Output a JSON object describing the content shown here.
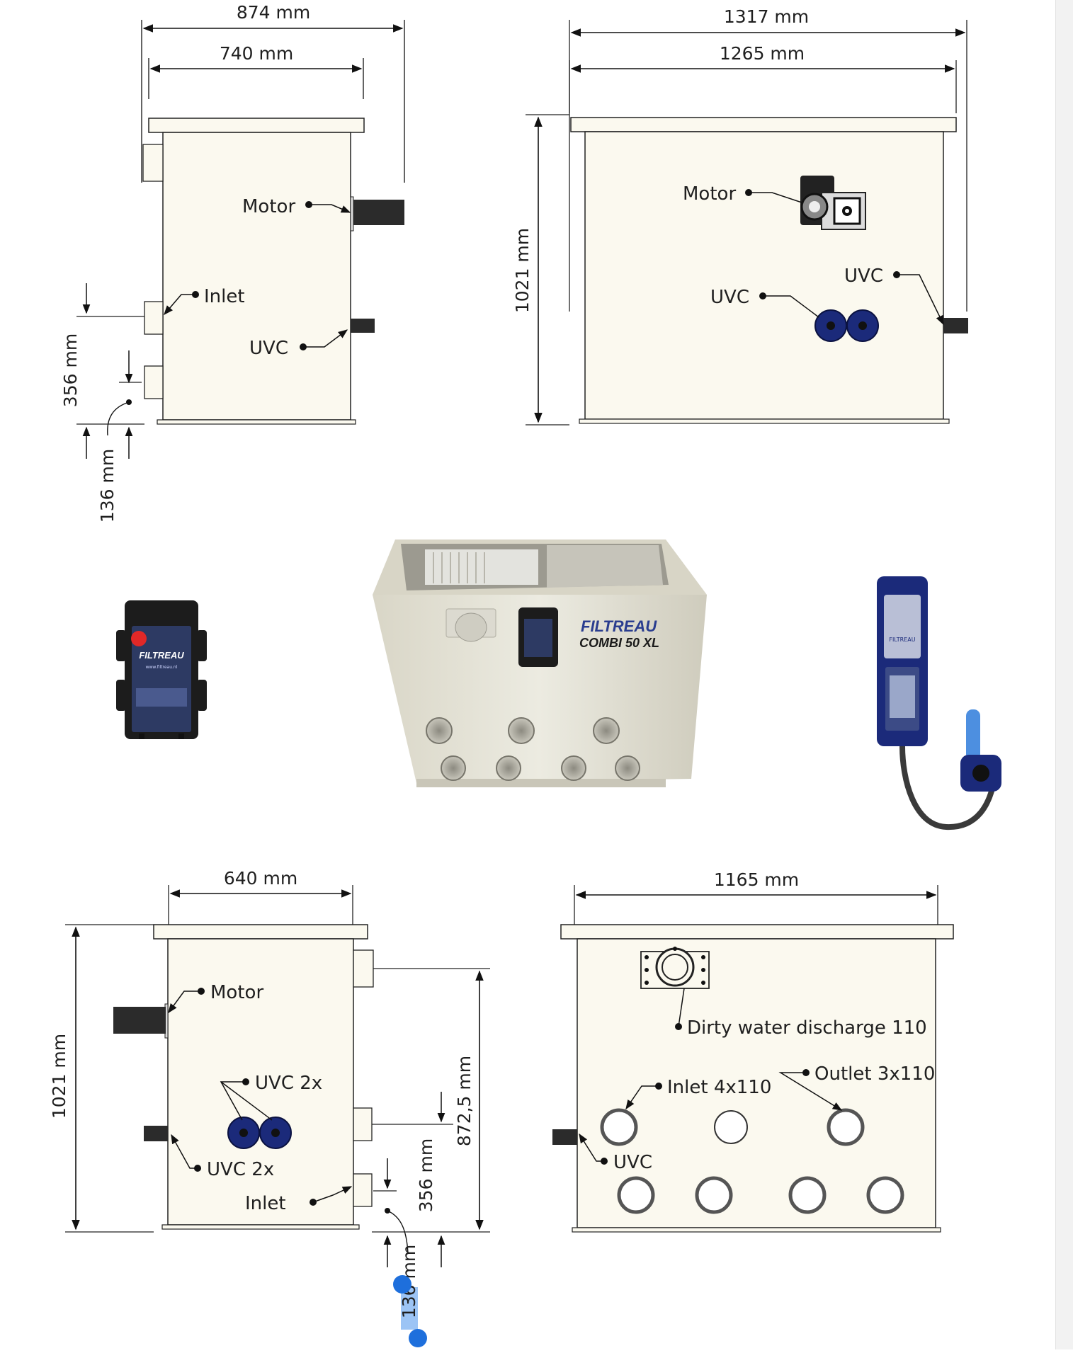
{
  "views": {
    "side_top": {
      "width_outer": "874 mm",
      "width_inner": "740 mm",
      "height_356": "356 mm",
      "height_136": "136 mm",
      "motor": "Motor",
      "inlet": "Inlet",
      "uvc": "UVC"
    },
    "front_top": {
      "width_outer": "1317 mm",
      "width_inner": "1265 mm",
      "height": "1021 mm",
      "motor": "Motor",
      "uvc_left": "UVC",
      "uvc_right": "UVC"
    },
    "side_bottom": {
      "width": "640 mm",
      "height": "1021 mm",
      "height_872": "872,5 mm",
      "height_356": "356 mm",
      "height_136": "136 mm",
      "motor": "Motor",
      "uvc_pair": "UVC 2x",
      "uvc_port": "UVC 2x",
      "inlet": "Inlet"
    },
    "back_bottom": {
      "width": "1165 mm",
      "discharge": "Dirty water discharge 110",
      "inlet": "Inlet 4x110",
      "outlet": "Outlet 3x110",
      "uvc": "UVC"
    }
  },
  "product": {
    "brand": "FILTREAU",
    "model": "COMBI 50 XL"
  },
  "control_box": {
    "brand": "FILTREAU",
    "site": "www.filtreau.nl"
  },
  "uv_unit": {
    "brand": "FILTREAU"
  },
  "colors": {
    "tank": "#fbf9ef",
    "pipe": "#2b2b2b",
    "uv_blue": "#1b2a7a",
    "selection": "#1e6fdc"
  }
}
